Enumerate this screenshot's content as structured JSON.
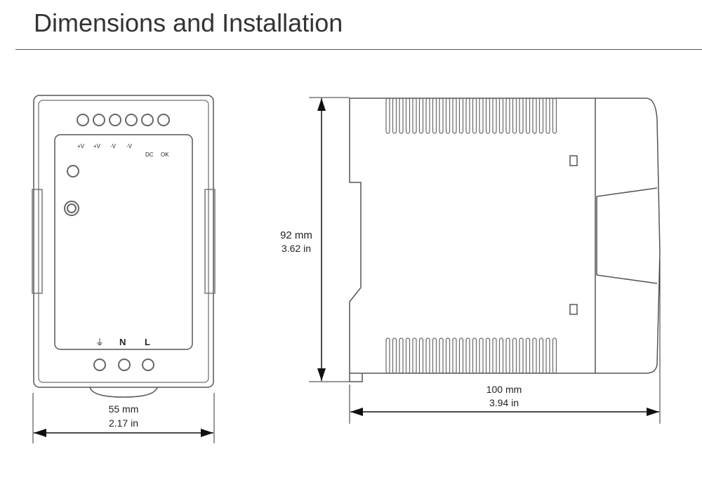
{
  "title": "Dimensions and Installation",
  "front_view": {
    "labels": [
      "+V",
      "+V",
      "-V",
      "-V"
    ],
    "dc_label": "DC",
    "ok_label": "OK",
    "input_labels": [
      "N",
      "L"
    ],
    "width_mm": "55 mm",
    "width_in": "2.17 in"
  },
  "side_view": {
    "height_mm": "92 mm",
    "height_in": "3.62 in",
    "depth_mm": "100 mm",
    "depth_in": "3.94 in"
  }
}
